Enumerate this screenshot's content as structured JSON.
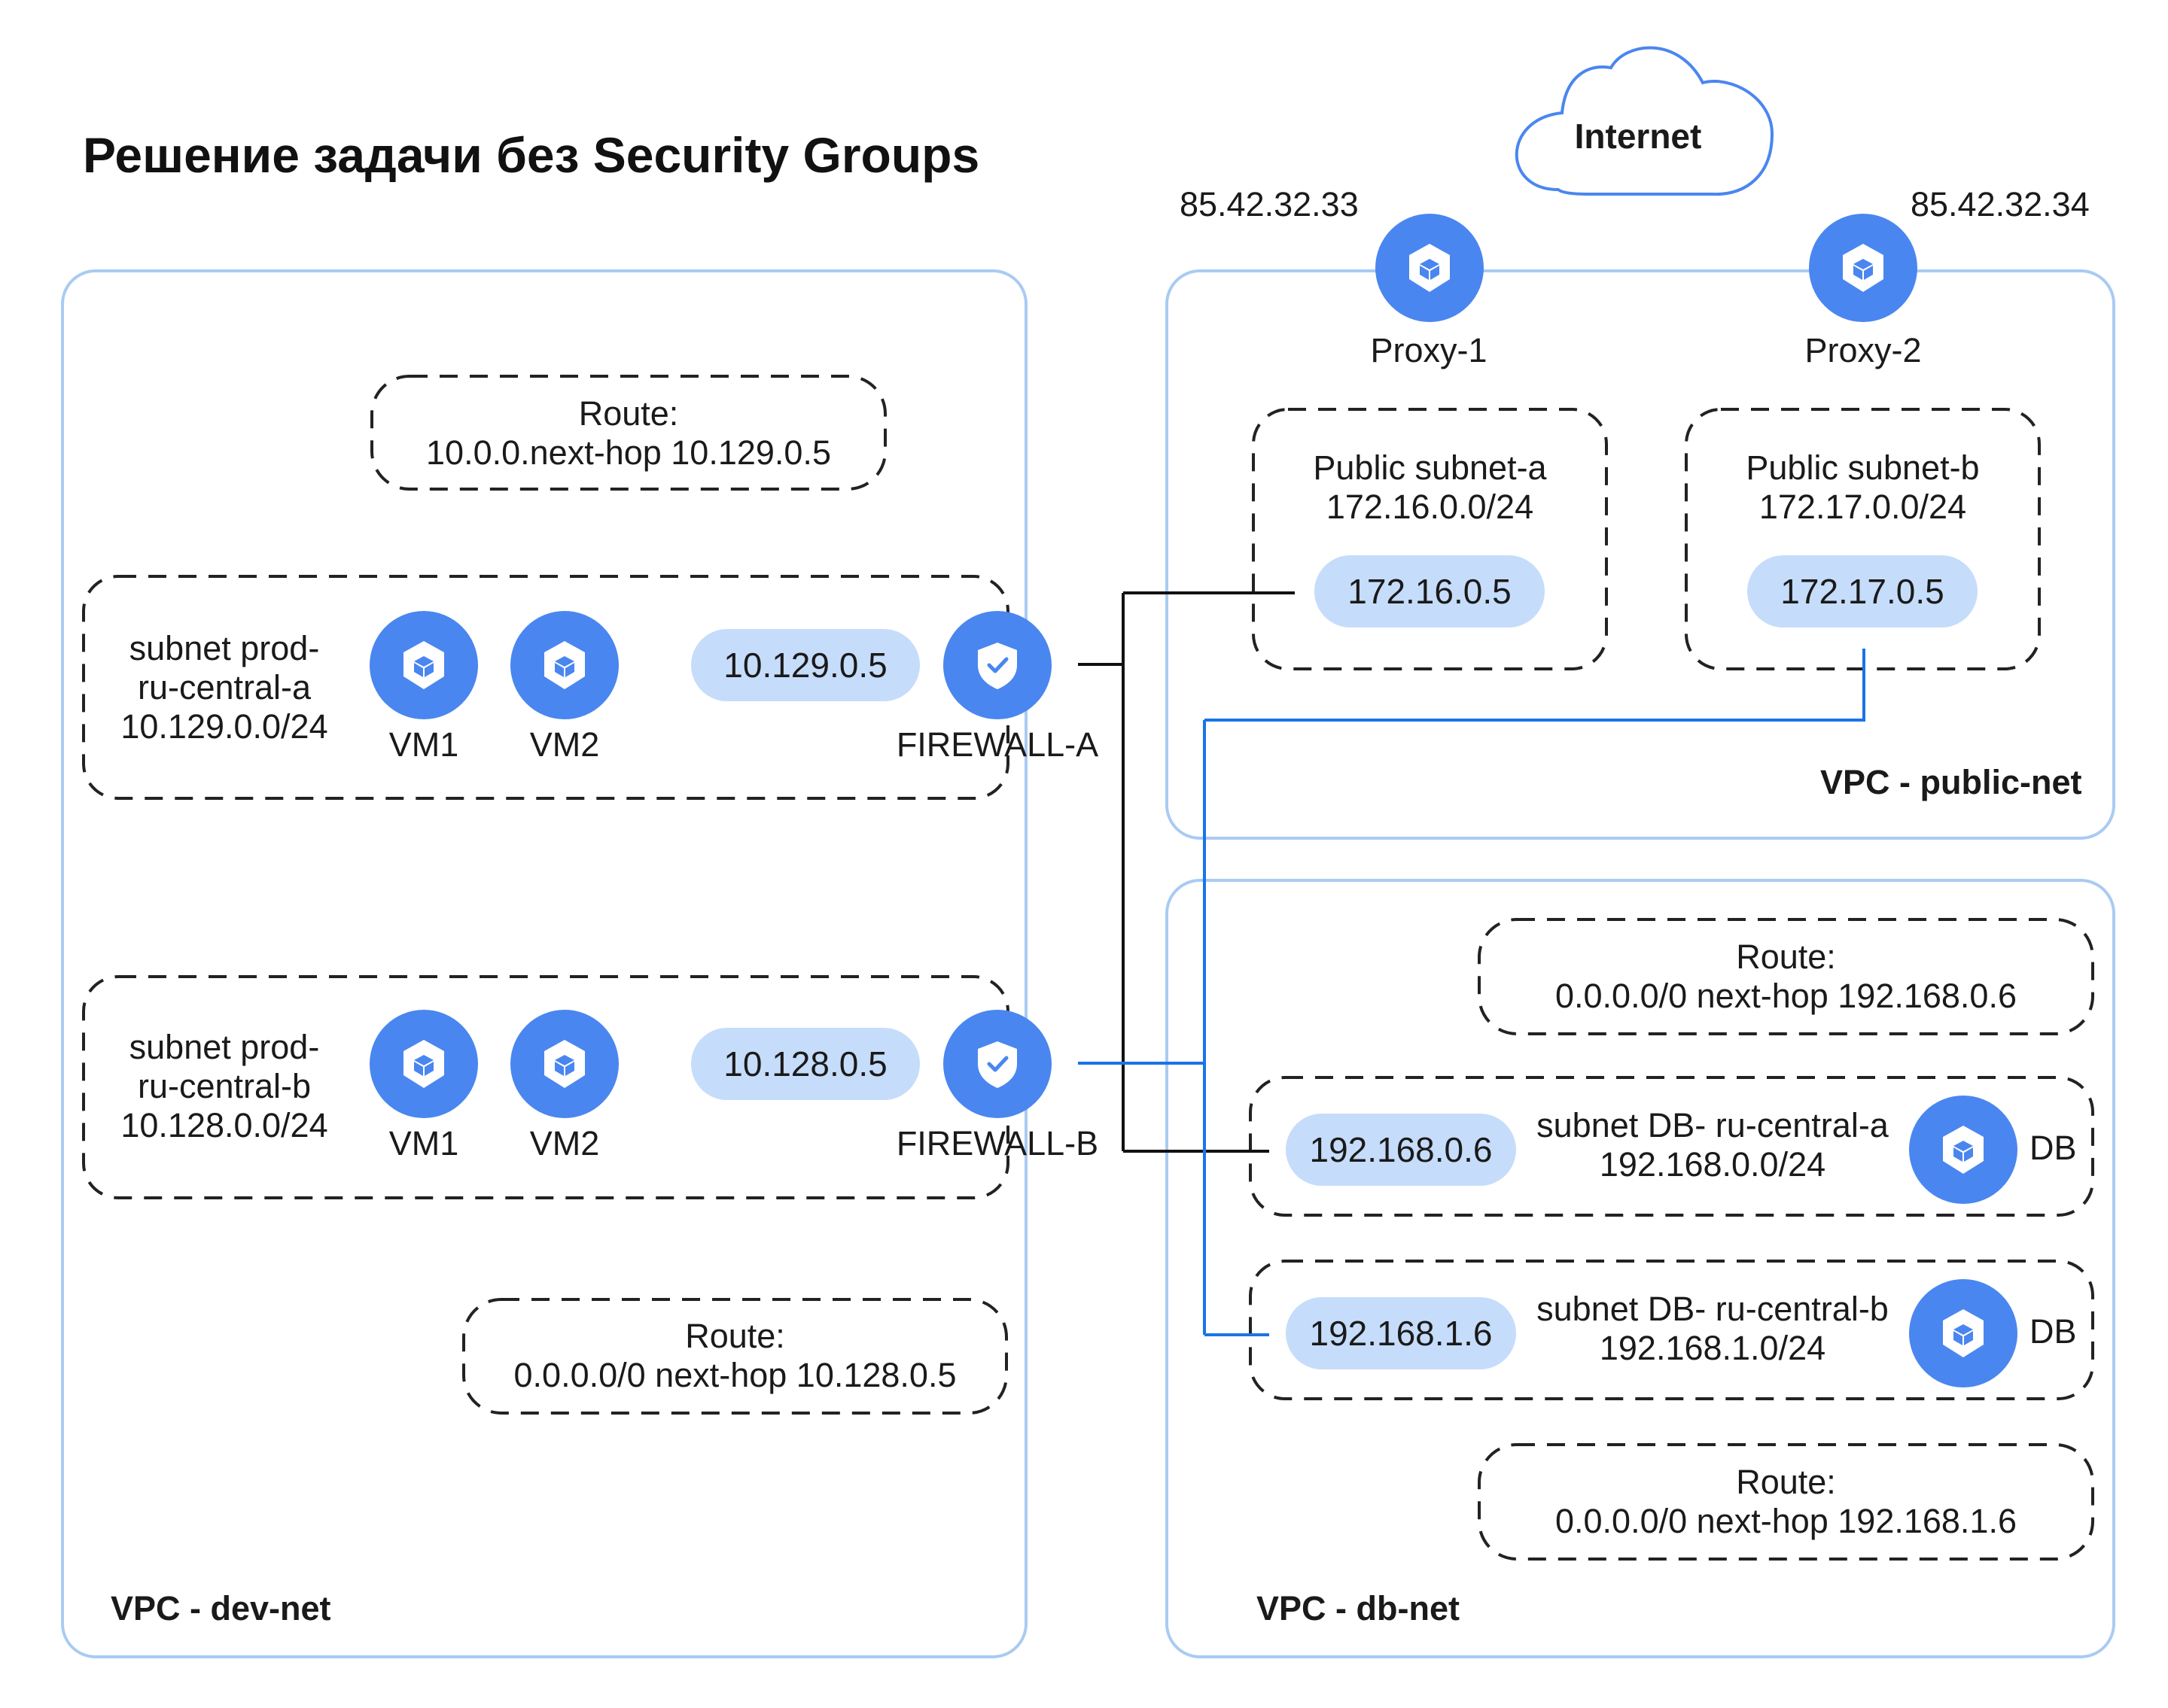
{
  "title": "Решение задачи без Security Groups",
  "internet": {
    "label": "Internet"
  },
  "proxies": [
    {
      "name": "Proxy-1",
      "public_ip": "85.42.32.33"
    },
    {
      "name": "Proxy-2",
      "public_ip": "85.42.32.34"
    }
  ],
  "vpc_dev": {
    "label": "VPC - dev-net",
    "route_top": {
      "line1": "Route:",
      "line2": "10.0.0.next-hop 10.129.0.5"
    },
    "subnet_a": {
      "line1": "subnet prod-",
      "line2": "ru-central-a",
      "line3": "10.129.0.0/24",
      "vm1": "VM1",
      "vm2": "VM2",
      "ip": "10.129.0.5",
      "firewall": "FIREWALL-A"
    },
    "subnet_b": {
      "line1": "subnet prod-",
      "line2": "ru-central-b",
      "line3": "10.128.0.0/24",
      "vm1": "VM1",
      "vm2": "VM2",
      "ip": "10.128.0.5",
      "firewall": "FIREWALL-B"
    },
    "route_bottom": {
      "line1": "Route:",
      "line2": "0.0.0.0/0 next-hop 10.128.0.5"
    }
  },
  "vpc_public": {
    "label": "VPC - public-net",
    "subnet_a": {
      "line1": "Public subnet-a",
      "line2": "172.16.0.0/24",
      "ip": "172.16.0.5"
    },
    "subnet_b": {
      "line1": "Public subnet-b",
      "line2": "172.17.0.0/24",
      "ip": "172.17.0.5"
    }
  },
  "vpc_db": {
    "label": "VPC - db-net",
    "route_top": {
      "line1": "Route:",
      "line2": "0.0.0.0/0 next-hop 192.168.0.6"
    },
    "subnet_a": {
      "ip": "192.168.0.6",
      "line1": "subnet DB- ru-central-a",
      "line2": "192.168.0.0/24",
      "db": "DB"
    },
    "subnet_b": {
      "ip": "192.168.1.6",
      "line1": "subnet DB- ru-central-b",
      "line2": "192.168.1.0/24",
      "db": "DB"
    },
    "route_bottom": {
      "line1": "Route:",
      "line2": "0.0.0.0/0 next-hop 192.168.1.6"
    }
  },
  "colors": {
    "vpc_border": "#a9cbf3",
    "node": "#4a86f0",
    "pill": "#c6dcfb",
    "link_black": "#111111",
    "link_blue": "#1a73e8"
  },
  "icons": {
    "vm": "hexagon-cube-icon",
    "firewall": "shield-check-icon",
    "cloud": "cloud-icon"
  }
}
